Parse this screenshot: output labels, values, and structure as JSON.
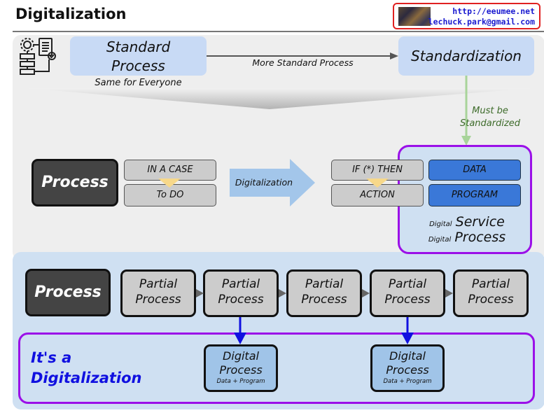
{
  "header": {
    "title": "Digitalization",
    "contact": {
      "url": "http://eeumee.net",
      "email": "lechuck.park@gmail.com"
    }
  },
  "top_section": {
    "standard_process": {
      "line1": "Standard",
      "line2": "Process",
      "subtitle": "Same for Everyone"
    },
    "arrow_label": "More Standard Process",
    "standardization": "Standardization",
    "must_be": {
      "line1": "Must be",
      "line2": "Standardized"
    }
  },
  "middle_section": {
    "process_label": "Process",
    "case_box": {
      "top": "IN A CASE",
      "bottom": "To DO"
    },
    "digitalization_arrow": "Digitalization",
    "rule_box": {
      "top": "IF (*) THEN",
      "bottom": "ACTION"
    },
    "data_label": "DATA",
    "program_label": "PROGRAM",
    "digital_service": {
      "prefix": "Digital",
      "word": "Service"
    },
    "digital_process": {
      "prefix": "Digital",
      "word": "Process"
    }
  },
  "bottom_section": {
    "process_label": "Process",
    "partials": [
      {
        "line1": "Partial",
        "line2": "Process"
      },
      {
        "line1": "Partial",
        "line2": "Process"
      },
      {
        "line1": "Partial",
        "line2": "Process"
      },
      {
        "line1": "Partial",
        "line2": "Process"
      },
      {
        "line1": "Partial",
        "line2": "Process"
      }
    ],
    "its_a": {
      "line1": "It's a",
      "line2": "Digitalization"
    },
    "digital_boxes": [
      {
        "line1": "Digital",
        "line2": "Process",
        "sub": "Data + Program"
      },
      {
        "line1": "Digital",
        "line2": "Process",
        "sub": "Data + Program"
      }
    ]
  },
  "colors": {
    "purple_border": "#9b10e8",
    "light_blue": "#c8daf5",
    "dark_blue": "#3a78d8",
    "arrow_blue": "#1010e0",
    "green_arrow": "#a8d49a"
  }
}
